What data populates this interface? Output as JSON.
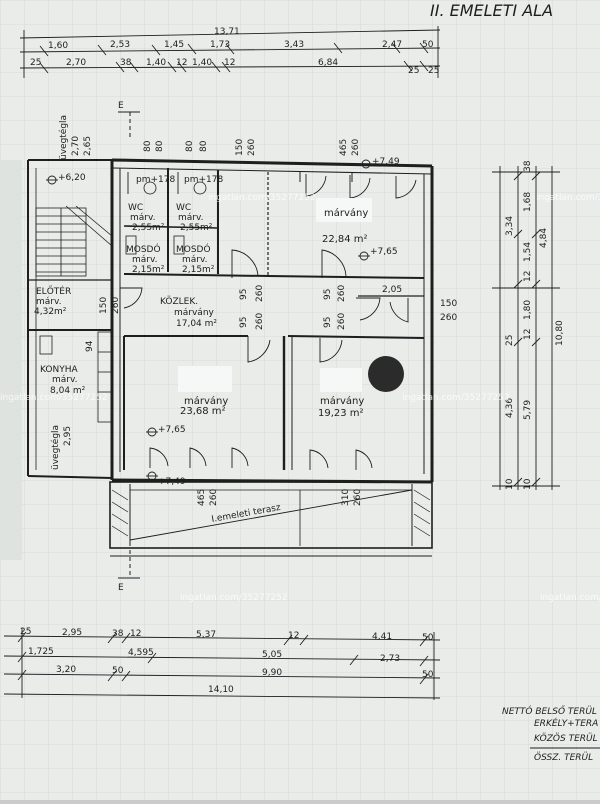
{
  "header_title": "II. EMELETI ALA",
  "watermark": "ingatlan.com/35277252",
  "dims_top_row1": [
    "13,71"
  ],
  "dims_top_row2": [
    "1,60",
    "2,53",
    "1,45",
    "1,73",
    "3,43",
    "2,47",
    "50"
  ],
  "dims_top_row3": [
    "25",
    "2,70",
    "38",
    "1,40",
    "12",
    "1,40",
    "12",
    "6,84",
    "25",
    "25"
  ],
  "dims_bottom_row1": [
    "25",
    "2,95",
    "38",
    "12",
    "5,37",
    "12",
    "4,41",
    "50"
  ],
  "dims_bottom_row2": [
    "1,725",
    "4,595",
    "5,05",
    "2,73"
  ],
  "dims_bottom_row3": [
    "3,20",
    "50",
    "9,90",
    "50"
  ],
  "dims_bottom_row4": [
    "14,10"
  ],
  "dims_right_outer": [
    "38",
    "1,68",
    "1,54",
    "12",
    "1,80",
    "12",
    "25",
    "3,34",
    "4,84",
    "4,36",
    "5,79",
    "10,80",
    "10",
    "10"
  ],
  "section_marker": "E",
  "window_marks": [
    "80",
    "80",
    "80",
    "80",
    "150",
    "260",
    "465",
    "260",
    "150",
    "260",
    "95",
    "260",
    "95",
    "260",
    "95",
    "260",
    "95",
    "260",
    "150",
    "260",
    "2,05",
    "94",
    "465",
    "260",
    "310",
    "260",
    "2,95",
    "2,70",
    "2,65"
  ],
  "level_marks": [
    "+6,20",
    "+7,49",
    "+7,65",
    "+7,65",
    "+7,49"
  ],
  "rooms": [
    {
      "name": "WC",
      "material": "márv.",
      "area": "2,55m²"
    },
    {
      "name": "WC",
      "material": "márv.",
      "area": "2,55m²"
    },
    {
      "name": "MOSDÓ",
      "material": "márv.",
      "area": "2,15m²"
    },
    {
      "name": "MOSDÓ",
      "material": "márv.",
      "area": "2,15m²"
    },
    {
      "name": "",
      "material": "márvány",
      "area": "22,84 m²"
    },
    {
      "name": "KÖZLEK.",
      "material": "márvány",
      "area": "17,04 m²"
    },
    {
      "name": "ELŐTÉR",
      "material": "márv.",
      "area": "4,32m²"
    },
    {
      "name": "KONYHA",
      "material": "márv.",
      "area": "8,04 m²"
    },
    {
      "name": "",
      "material": "márvány",
      "area": "23,68 m²"
    },
    {
      "name": "",
      "material": "márvány",
      "area": "19,23 m²"
    }
  ],
  "fixtures": [
    "pm+178",
    "pm+178"
  ],
  "wall_notes": [
    "üvegtégla",
    "üvegtégla"
  ],
  "terrace_label": "I.emeleti terasz",
  "legend": [
    "NETTÓ BELSŐ TERÜL",
    "ERKÉLY+TERA",
    "KÖZÖS TERÜL",
    "ÖSSZ. TERÜL"
  ],
  "colors": {
    "paper": "#e9ece9",
    "ink": "#1e1e1e",
    "grid": "#a9b4bf",
    "background": "#c9ccc8"
  }
}
